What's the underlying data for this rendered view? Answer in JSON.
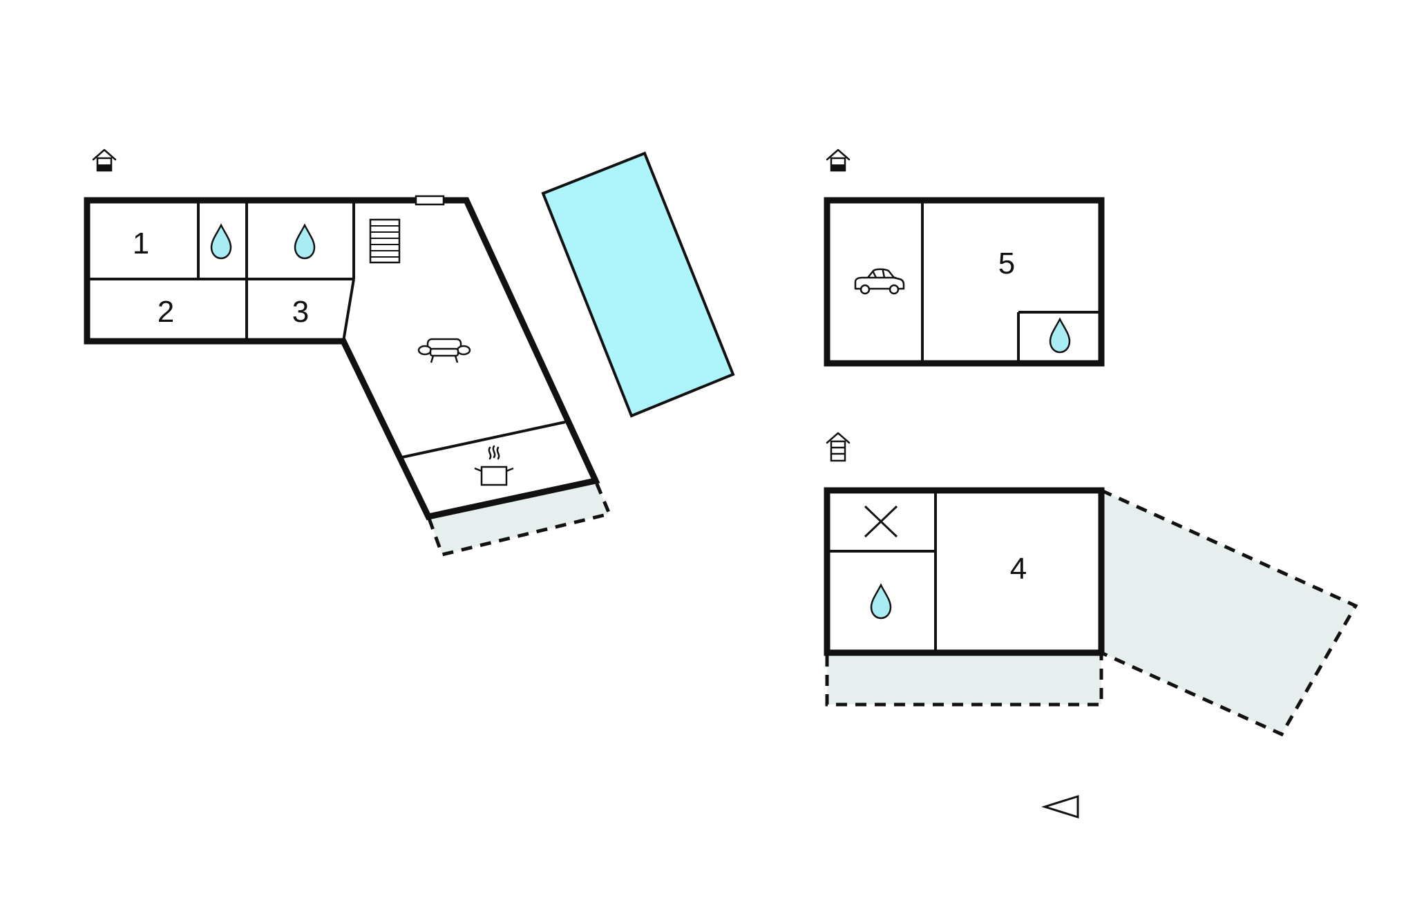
{
  "colors": {
    "wall": "#111111",
    "pool": "#aef4fb",
    "water": "#a9ecf3",
    "terrace": "#e7eeee",
    "background": "#ffffff"
  },
  "rooms": {
    "room_1": "1",
    "room_2": "2",
    "room_3": "3",
    "room_4": "4",
    "room_5": "5"
  },
  "icons": {
    "floor_markers": [
      "house-ground-floor-icon",
      "house-ground-floor-icon",
      "house-stacked-floor-icon"
    ],
    "bathroom": "water-drop-icon",
    "living": "sofa-icon",
    "kitchen": "cooking-pot-icon",
    "garage": "car-icon",
    "stairs": "staircase-icon",
    "open_space": "cross-icon",
    "north": "north-arrow-icon"
  }
}
